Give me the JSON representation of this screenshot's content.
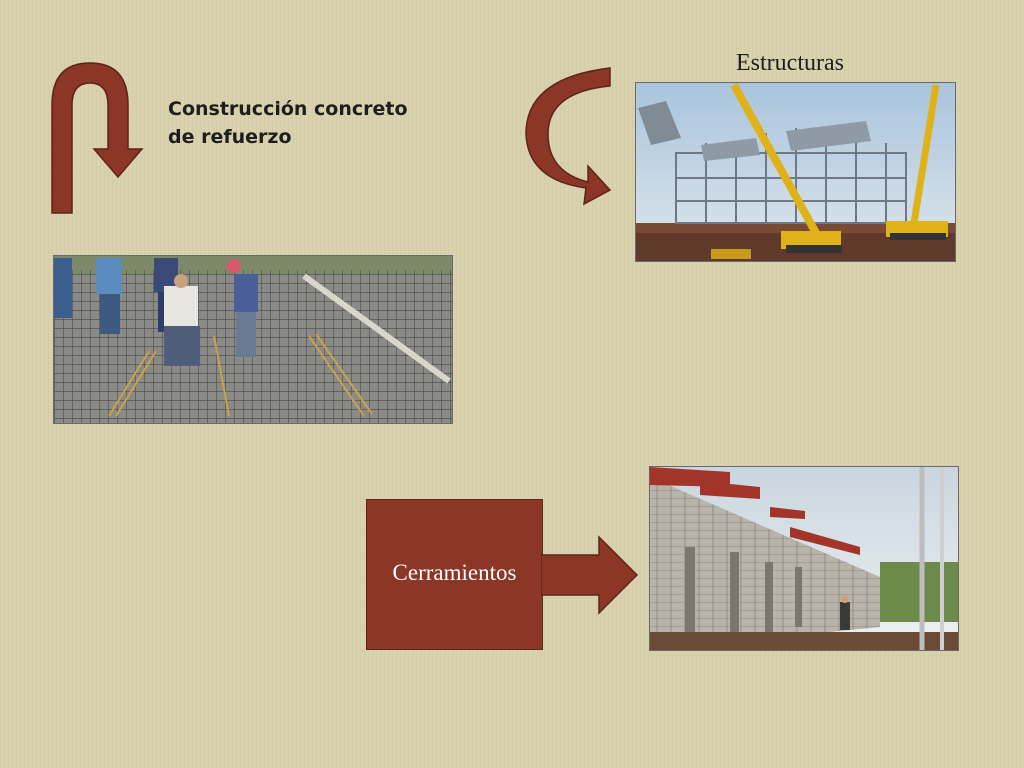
{
  "slide": {
    "construccion_label": "Construcción concreto de refuerzo",
    "estructuras_label": "Estructuras",
    "cerramientos_label": "Cerramientos"
  },
  "colors": {
    "background": "#d8d1ac",
    "accent": "#8b3626",
    "text": "#1e1e1e"
  },
  "icons": [
    "u-turn-arrow-icon",
    "curved-arrow-icon",
    "right-arrow-icon"
  ]
}
